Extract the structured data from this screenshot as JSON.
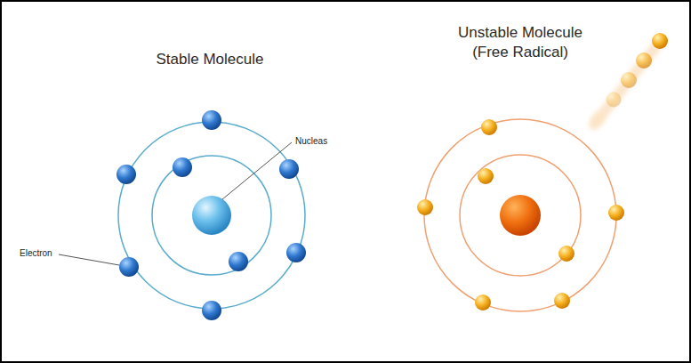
{
  "diagram": {
    "labels": [
      "Stable Molecule",
      "Unstable Molecule (Free Radical)",
      "Nucleas",
      "Electron"
    ]
  }
}
